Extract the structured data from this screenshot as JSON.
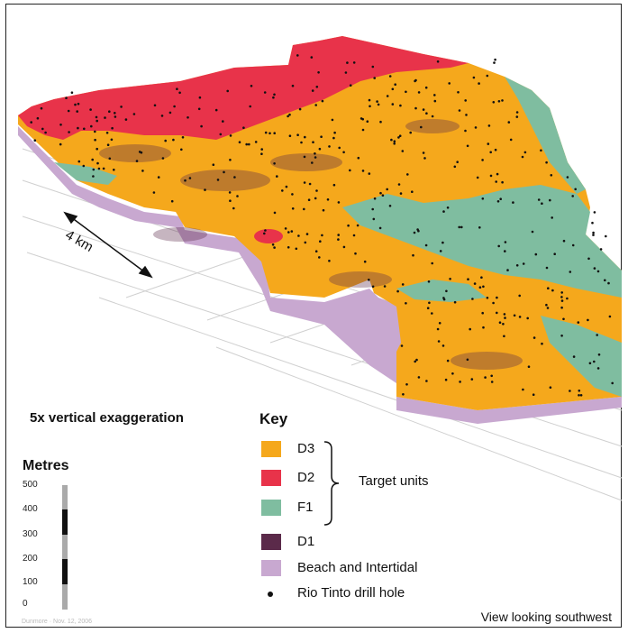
{
  "map": {
    "vertical_exaggeration": "5x vertical exaggeration",
    "distance_label": "4 km",
    "view_direction": "View looking southwest",
    "credit": "Dunmore · Nov. 12, 2006"
  },
  "scale_bar": {
    "title": "Metres",
    "ticks": [
      "500",
      "400",
      "300",
      "200",
      "100",
      "0"
    ]
  },
  "key": {
    "title": "Key",
    "group_label": "Target units",
    "items": [
      {
        "label": "D3",
        "color": "#f5a81c"
      },
      {
        "label": "D2",
        "color": "#e8334a"
      },
      {
        "label": "F1",
        "color": "#7fbda0"
      },
      {
        "label": "D1",
        "color": "#5b2a4a"
      },
      {
        "label": "Beach and Intertidal",
        "color": "#c8a8d0"
      },
      {
        "label": "Rio Tinto drill hole",
        "color": "#111111"
      }
    ]
  },
  "colors": {
    "D3": "#f5a81c",
    "D2": "#e8334a",
    "F1": "#7fbda0",
    "D1": "#5b2a4a",
    "beach": "#c8a8d0"
  }
}
